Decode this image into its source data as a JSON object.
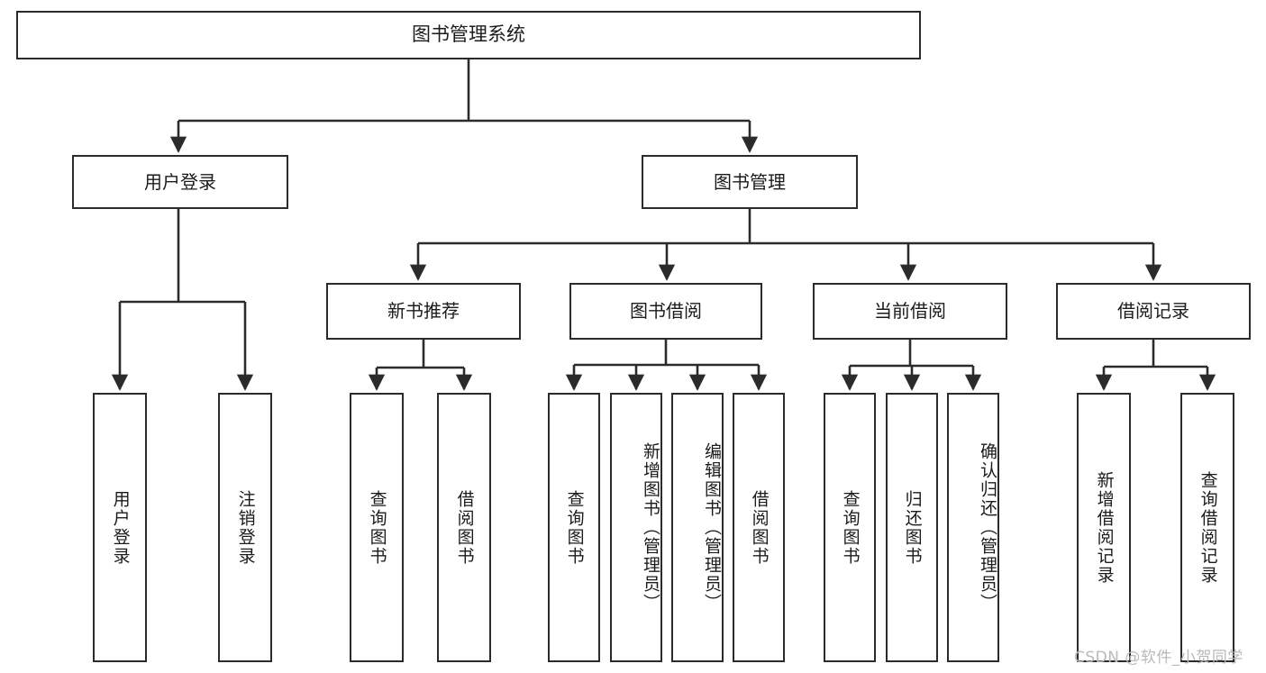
{
  "diagram": {
    "title": "图书管理系统",
    "watermark": "CSDN @软件_小贺同学",
    "colors": {
      "stroke": "#2b2b2b",
      "fill": "#ffffff",
      "text": "#1b1b1b",
      "watermark": "#b9b9b9"
    },
    "nodes": {
      "root": "图书管理系统",
      "user_login": "用户登录",
      "book_manage": "图书管理",
      "new_book_rec": "新书推荐",
      "book_borrow": "图书借阅",
      "current_borrow": "当前借阅",
      "borrow_record": "借阅记录",
      "leaf_user_login": "用户登录",
      "leaf_user_logout": "注销登录",
      "leaf_query_book_1": "查询图书",
      "leaf_borrow_book_1": "借阅图书",
      "leaf_query_book_2": "查询图书",
      "leaf_add_book_admin": "新增图书（管理员）",
      "leaf_edit_book_admin": "编辑图书（管理员）",
      "leaf_borrow_book_2": "借阅图书",
      "leaf_query_book_3": "查询图书",
      "leaf_return_book": "归还图书",
      "leaf_confirm_return_admin": "确认归还（管理员）",
      "leaf_add_borrow_record": "新增借阅记录",
      "leaf_query_borrow_record": "查询借阅记录"
    }
  },
  "chart_data": {
    "type": "tree-diagram",
    "title": "图书管理系统",
    "orientation": "top-down",
    "levels": 4,
    "tree": {
      "label": "图书管理系统",
      "children": [
        {
          "label": "用户登录",
          "children": [
            {
              "label": "用户登录",
              "children": []
            },
            {
              "label": "注销登录",
              "children": []
            }
          ]
        },
        {
          "label": "图书管理",
          "children": [
            {
              "label": "新书推荐",
              "children": [
                {
                  "label": "查询图书",
                  "children": []
                },
                {
                  "label": "借阅图书",
                  "children": []
                }
              ]
            },
            {
              "label": "图书借阅",
              "children": [
                {
                  "label": "查询图书",
                  "children": []
                },
                {
                  "label": "新增图书（管理员）",
                  "children": []
                },
                {
                  "label": "编辑图书（管理员）",
                  "children": []
                },
                {
                  "label": "借阅图书",
                  "children": []
                }
              ]
            },
            {
              "label": "当前借阅",
              "children": [
                {
                  "label": "查询图书",
                  "children": []
                },
                {
                  "label": "归还图书",
                  "children": []
                },
                {
                  "label": "确认归还（管理员）",
                  "children": []
                }
              ]
            },
            {
              "label": "借阅记录",
              "children": [
                {
                  "label": "新增借阅记录",
                  "children": []
                },
                {
                  "label": "查询借阅记录",
                  "children": []
                }
              ]
            }
          ]
        }
      ]
    }
  }
}
